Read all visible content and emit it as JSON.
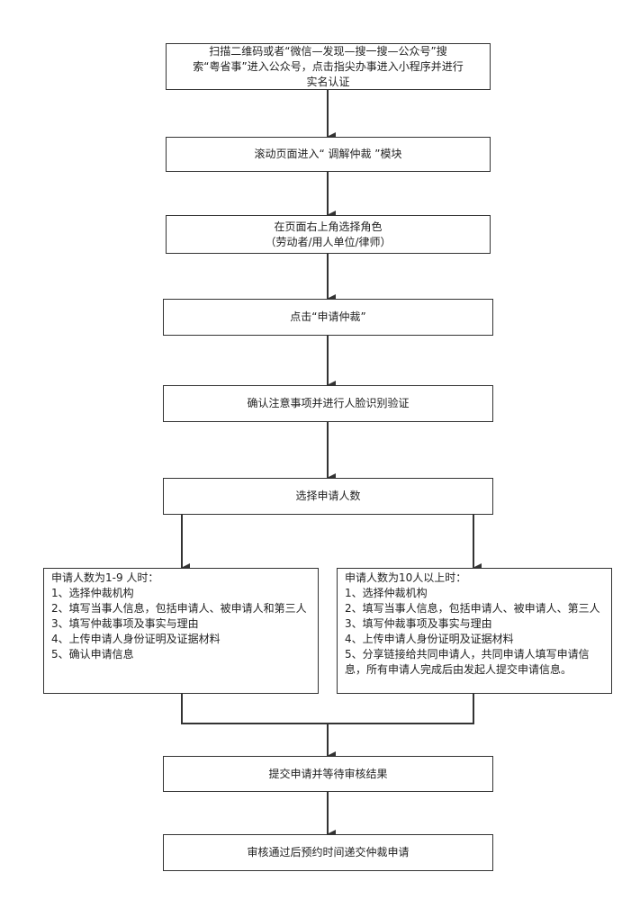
{
  "flowchart": {
    "step1": {
      "lines": [
        "扫描二维码或者“微信—发现—搜一搜—公众号”搜",
        "索“粤省事”进入公众号，点击指尖办事进入小程序并进行",
        "实名认证"
      ]
    },
    "step2": {
      "text": "滚动页面进入“ 调解仲裁 ”模块"
    },
    "step3": {
      "lines": [
        "在页面右上角选择角色",
        "（劳动者/用人单位/律师）"
      ]
    },
    "step4": {
      "text": "点击“申请仲裁”"
    },
    "step5": {
      "text": "确认注意事项并进行人脸识别验证"
    },
    "step6": {
      "text": "选择申请人数"
    },
    "branch_left": {
      "title": "申请人数为1-9 人时：",
      "items": [
        "1、选择仲裁机构",
        "2、填写当事人信息，包括申请人、被申请人和第三人",
        "3、填写仲裁事项及事实与理由",
        "4、上传申请人身份证明及证据材料",
        "5、确认申请信息"
      ]
    },
    "branch_right": {
      "title": "申请人数为10人以上时：",
      "items": [
        "1、选择仲裁机构",
        "2、填写当事人信息，包括申请人、被申请人、第三人",
        "3、填写仲裁事项及事实与理由",
        "4、上传申请人身份证明及证据材料",
        "5、分享链接给共同申请人，共同申请人填写申请信息，所有申请人完成后由发起人提交申请信息。"
      ]
    },
    "step7": {
      "text": "提交申请并等待审核结果"
    },
    "step8": {
      "text": "审核通过后预约时间递交仲裁申请"
    }
  }
}
